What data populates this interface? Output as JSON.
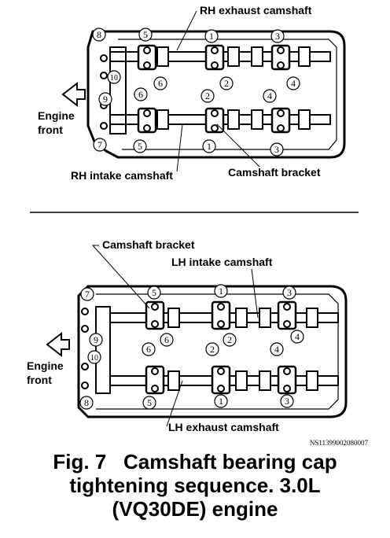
{
  "top_view": {
    "label_rh_exhaust": "RH exhaust camshaft",
    "label_rh_intake": "RH intake camshaft",
    "label_bracket": "Camshaft bracket",
    "engine_front_1": "Engine",
    "engine_front_2": "front",
    "numbers": [
      "1",
      "2",
      "3",
      "4",
      "5",
      "6",
      "7",
      "8",
      "9",
      "10"
    ]
  },
  "bottom_view": {
    "label_bracket": "Camshaft bracket",
    "label_lh_intake": "LH intake camshaft",
    "label_lh_exhaust": "LH exhaust camshaft",
    "engine_front_1": "Engine",
    "engine_front_2": "front",
    "numbers": [
      "1",
      "2",
      "3",
      "4",
      "5",
      "6",
      "7",
      "8",
      "9",
      "10"
    ]
  },
  "image_code": "NS11399002080007",
  "caption": {
    "line1": "Fig. 7   Camshaft bearing cap",
    "line2": "tightening sequence. 3.0L",
    "line3": "(VQ30DE) engine"
  }
}
